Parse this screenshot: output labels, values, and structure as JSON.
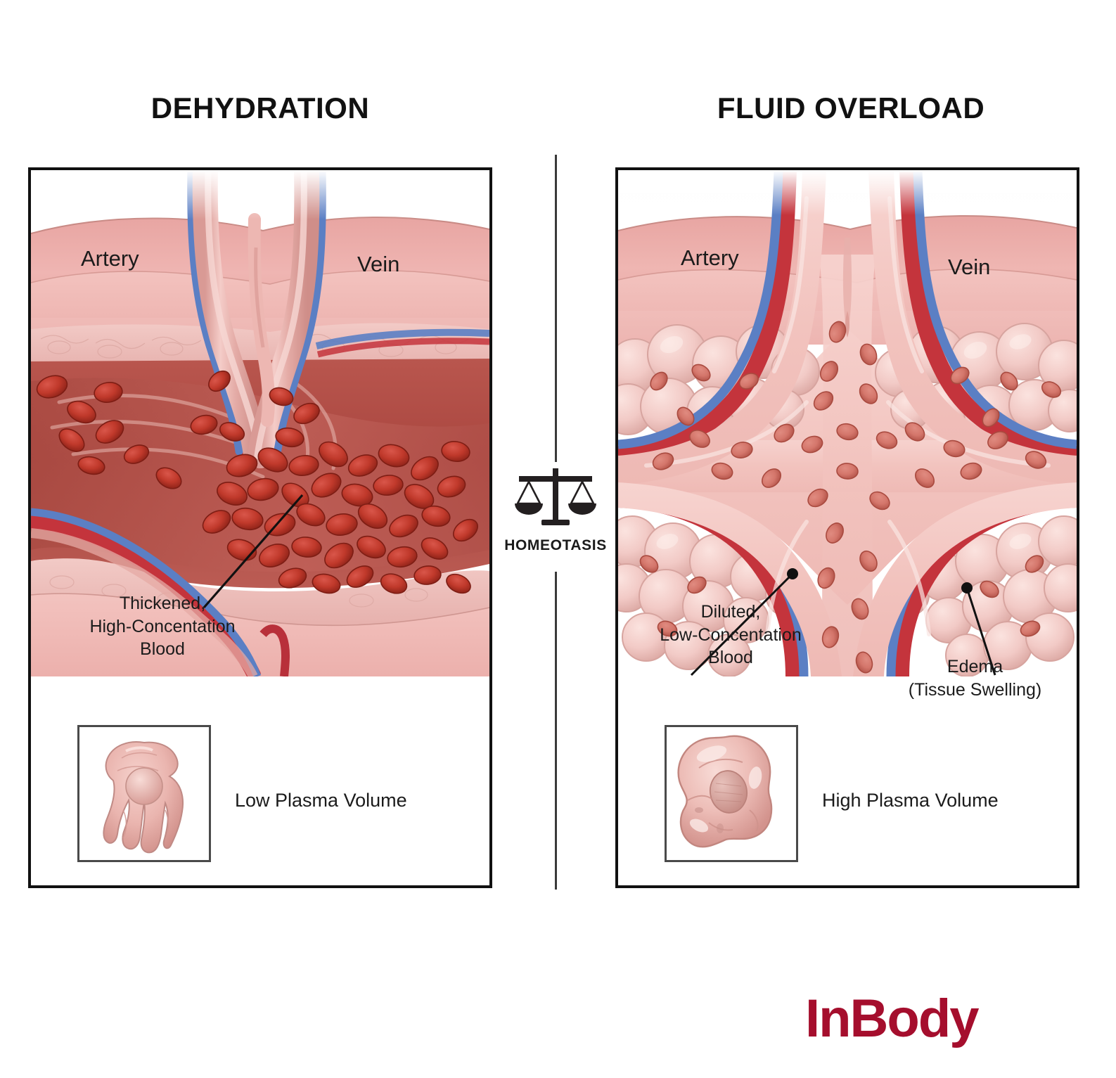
{
  "panels": [
    {
      "title": "DEHYDRATION",
      "vessel_labels": {
        "artery": "Artery",
        "vein": "Vein"
      },
      "callout": "Thickened,\nHigh-Concentation\nBlood",
      "inset_label": "Low Plasma Volume",
      "inset_icon": "shriveled-cell-icon"
    },
    {
      "title": "FLUID OVERLOAD",
      "vessel_labels": {
        "artery": "Artery",
        "vein": "Vein"
      },
      "callout": "Diluted,\nLow-Concentation\nBlood",
      "callout_secondary": "Edema\n(Tissue Swelling)",
      "inset_label": "High Plasma Volume",
      "inset_icon": "swollen-cell-icon"
    }
  ],
  "center": {
    "label": "HOMEOTASIS",
    "icon": "balance-scale-icon"
  },
  "logo": {
    "text": "InBody",
    "color": "#A50E2D"
  },
  "colors": {
    "tissue_light": "#f0b8b4",
    "tissue_mid": "#e79f9c",
    "tissue_deep": "#d88d8a",
    "blood_plasma_thick": "#b4534c",
    "blood_plasma_dilute": "#f3c1bd",
    "rbc": "#c0392b",
    "rbc_dark": "#9b2f24",
    "artery_red": "#c4343c",
    "vein_blue": "#5b7fc4",
    "fat_cell": "#f2c9c6",
    "panel_border": "#111111",
    "divider": "#3a3a3a",
    "text": "#1b1b1b"
  }
}
